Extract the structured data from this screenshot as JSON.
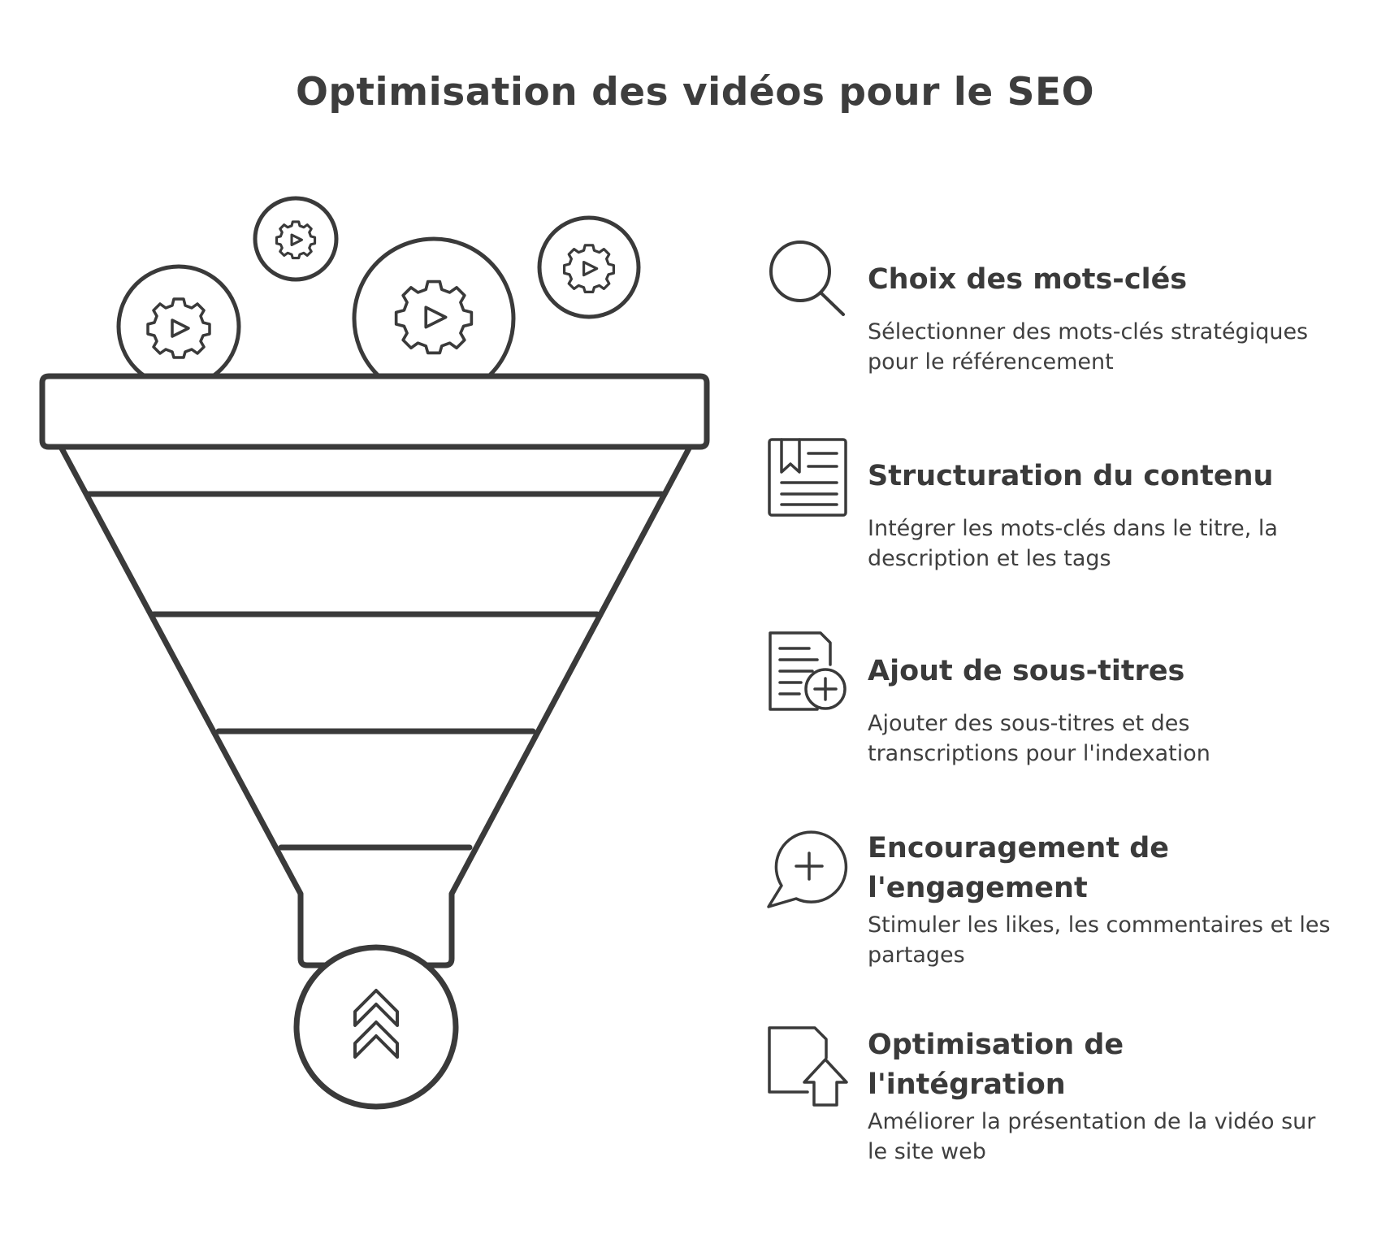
{
  "title": "Optimisation des vidéos pour le SEO",
  "colors": {
    "ink": "#3a3a3a",
    "background": "#ffffff"
  },
  "funnel": {
    "input_icons": [
      "video-gear-icon",
      "video-gear-icon",
      "video-gear-icon",
      "video-gear-icon",
      "video-gear-icon"
    ],
    "output_icon": "double-chevron-up-icon"
  },
  "steps": [
    {
      "icon": "magnifier-icon",
      "title": "Choix des mots-clés",
      "description": "Sélectionner des mots-clés stratégiques pour le référencement"
    },
    {
      "icon": "document-bookmark-icon",
      "title": "Structuration du contenu",
      "description": "Intégrer les mots-clés dans le titre, la description et les tags"
    },
    {
      "icon": "document-add-icon",
      "title": "Ajout de sous-titres",
      "description": "Ajouter des sous-titres et des transcriptions pour l'indexation"
    },
    {
      "icon": "chat-add-icon",
      "title": "Encouragement de l'engagement",
      "description": "Stimuler les likes, les commentaires et les partages"
    },
    {
      "icon": "file-upload-icon",
      "title": "Optimisation de l'intégration",
      "description": "Améliorer la présentation de la vidéo sur le site web"
    }
  ]
}
